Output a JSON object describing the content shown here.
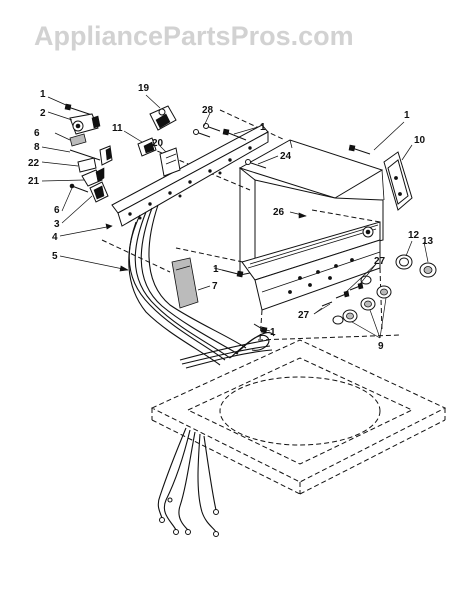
{
  "watermark": "AppliancePartsPros.com",
  "callouts": [
    {
      "id": "c1a",
      "text": "1"
    },
    {
      "id": "c2",
      "text": "2"
    },
    {
      "id": "c6a",
      "text": "6"
    },
    {
      "id": "c8",
      "text": "8"
    },
    {
      "id": "c22",
      "text": "22"
    },
    {
      "id": "c21",
      "text": "21"
    },
    {
      "id": "c6b",
      "text": "6"
    },
    {
      "id": "c3",
      "text": "3"
    },
    {
      "id": "c4",
      "text": "4"
    },
    {
      "id": "c5",
      "text": "5"
    },
    {
      "id": "c19",
      "text": "19"
    },
    {
      "id": "c28",
      "text": "28"
    },
    {
      "id": "c11",
      "text": "11"
    },
    {
      "id": "c20",
      "text": "20"
    },
    {
      "id": "c1b",
      "text": "1"
    },
    {
      "id": "c24",
      "text": "24"
    },
    {
      "id": "c1c",
      "text": "1"
    },
    {
      "id": "c10",
      "text": "10"
    },
    {
      "id": "c26",
      "text": "26"
    },
    {
      "id": "c12",
      "text": "12"
    },
    {
      "id": "c13",
      "text": "13"
    },
    {
      "id": "c1d",
      "text": "1"
    },
    {
      "id": "c7",
      "text": "7"
    },
    {
      "id": "c27a",
      "text": "27"
    },
    {
      "id": "c27b",
      "text": "27"
    },
    {
      "id": "c1e",
      "text": "1"
    },
    {
      "id": "c9",
      "text": "9"
    }
  ]
}
